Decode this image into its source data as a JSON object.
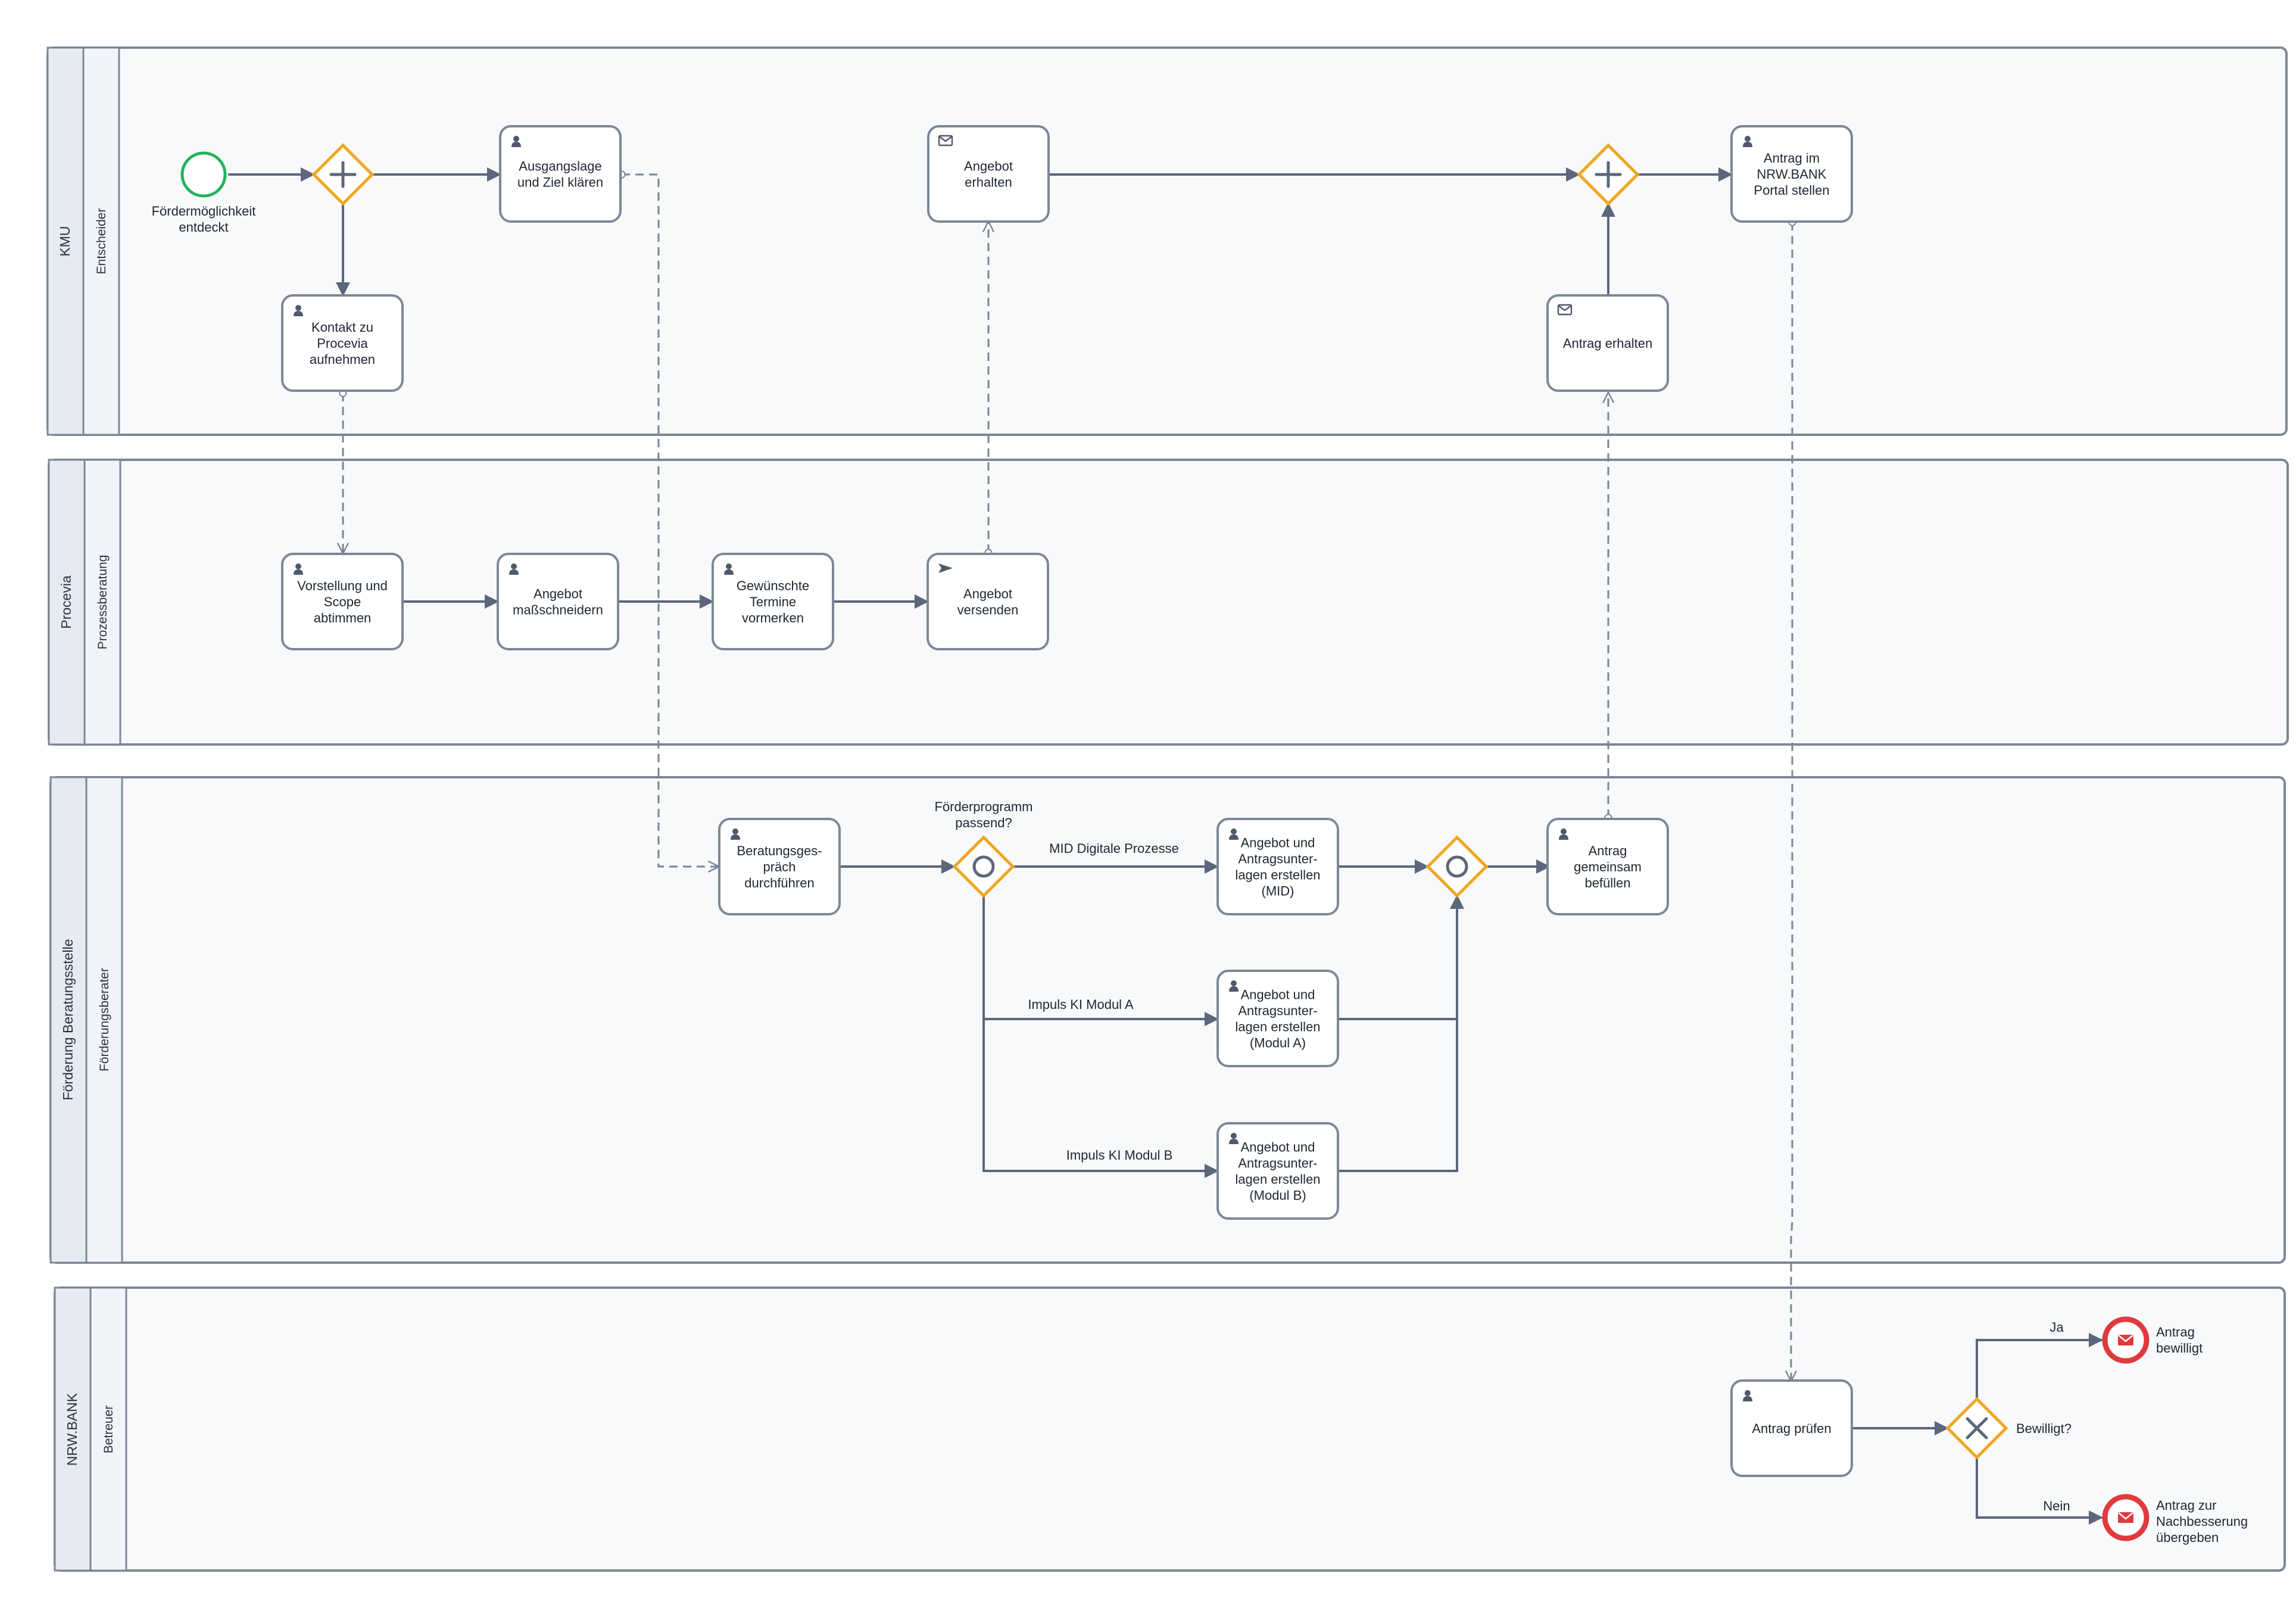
{
  "pools": [
    {
      "id": "kmu",
      "label": "KMU",
      "lane": "Entscheider"
    },
    {
      "id": "procevia",
      "label": "Procevia",
      "lane": "Prozessberatung"
    },
    {
      "id": "beratung",
      "label": "Förderung Beratungsstelle",
      "lane": "Förderungsberater"
    },
    {
      "id": "nrwbank",
      "label": "NRW.BANK",
      "lane": "Betreuer"
    }
  ],
  "start_event": {
    "label": [
      "Fördermöglichkeit",
      "entdeckt"
    ]
  },
  "tasks": {
    "ausgangslage": {
      "icon": "user-icon",
      "lines": [
        "Ausgangslage",
        "und Ziel klären"
      ]
    },
    "kontakt": {
      "icon": "user-icon",
      "lines": [
        "Kontakt zu",
        "Procevia",
        "aufnehmen"
      ]
    },
    "angebot_erhalten": {
      "icon": "envelope-icon",
      "lines": [
        "Angebot",
        "erhalten"
      ]
    },
    "antrag_stellen": {
      "icon": "user-icon",
      "lines": [
        "Antrag im",
        "NRW.BANK",
        "Portal stellen"
      ]
    },
    "antrag_erhalten": {
      "icon": "envelope-icon",
      "lines": [
        "Antrag erhalten"
      ]
    },
    "vorstellung": {
      "icon": "user-icon",
      "lines": [
        "Vorstellung und",
        "Scope",
        "abtimmen"
      ]
    },
    "angebot_mass": {
      "icon": "user-icon",
      "lines": [
        "Angebot",
        "maßschneidern"
      ]
    },
    "termine": {
      "icon": "user-icon",
      "lines": [
        "Gewünschte",
        "Termine",
        "vormerken"
      ]
    },
    "angebot_versenden": {
      "icon": "send-icon",
      "lines": [
        "Angebot",
        "versenden"
      ]
    },
    "beratungsgespraech": {
      "icon": "user-icon",
      "lines": [
        "Beratungsges-",
        "präch",
        "durchführen"
      ]
    },
    "mid": {
      "icon": "user-icon",
      "lines": [
        "Angebot und",
        "Antragsunter-",
        "lagen erstellen",
        "(MID)"
      ]
    },
    "modul_a": {
      "icon": "user-icon",
      "lines": [
        "Angebot und",
        "Antragsunter-",
        "lagen erstellen",
        "(Modul A)"
      ]
    },
    "modul_b": {
      "icon": "user-icon",
      "lines": [
        "Angebot und",
        "Antragsunter-",
        "lagen erstellen",
        "(Modul B)"
      ]
    },
    "antrag_befuellen": {
      "icon": "user-icon",
      "lines": [
        "Antrag",
        "gemeinsam",
        "befüllen"
      ]
    },
    "antrag_pruefen": {
      "icon": "user-icon",
      "lines": [
        "Antrag prüfen"
      ]
    }
  },
  "gateway_labels": {
    "foerderprogramm": [
      "Förderprogramm",
      "passend?"
    ],
    "bewilligt": "Bewilligt?"
  },
  "flow_labels": {
    "mid": "MID Digitale Prozesse",
    "modul_a": "Impuls KI Modul A",
    "modul_b": "Impuls KI Modul B",
    "ja": "Ja",
    "nein": "Nein"
  },
  "end_events": {
    "bewilligt": [
      "Antrag",
      "bewilligt"
    ],
    "nachbesserung": [
      "Antrag zur",
      "Nachbesserung",
      "übergeben"
    ]
  },
  "colors": {
    "start_event": "#22b35b",
    "end_event": "#e0393e",
    "gateway": "#f0a51f",
    "flow": "#5c677b"
  }
}
